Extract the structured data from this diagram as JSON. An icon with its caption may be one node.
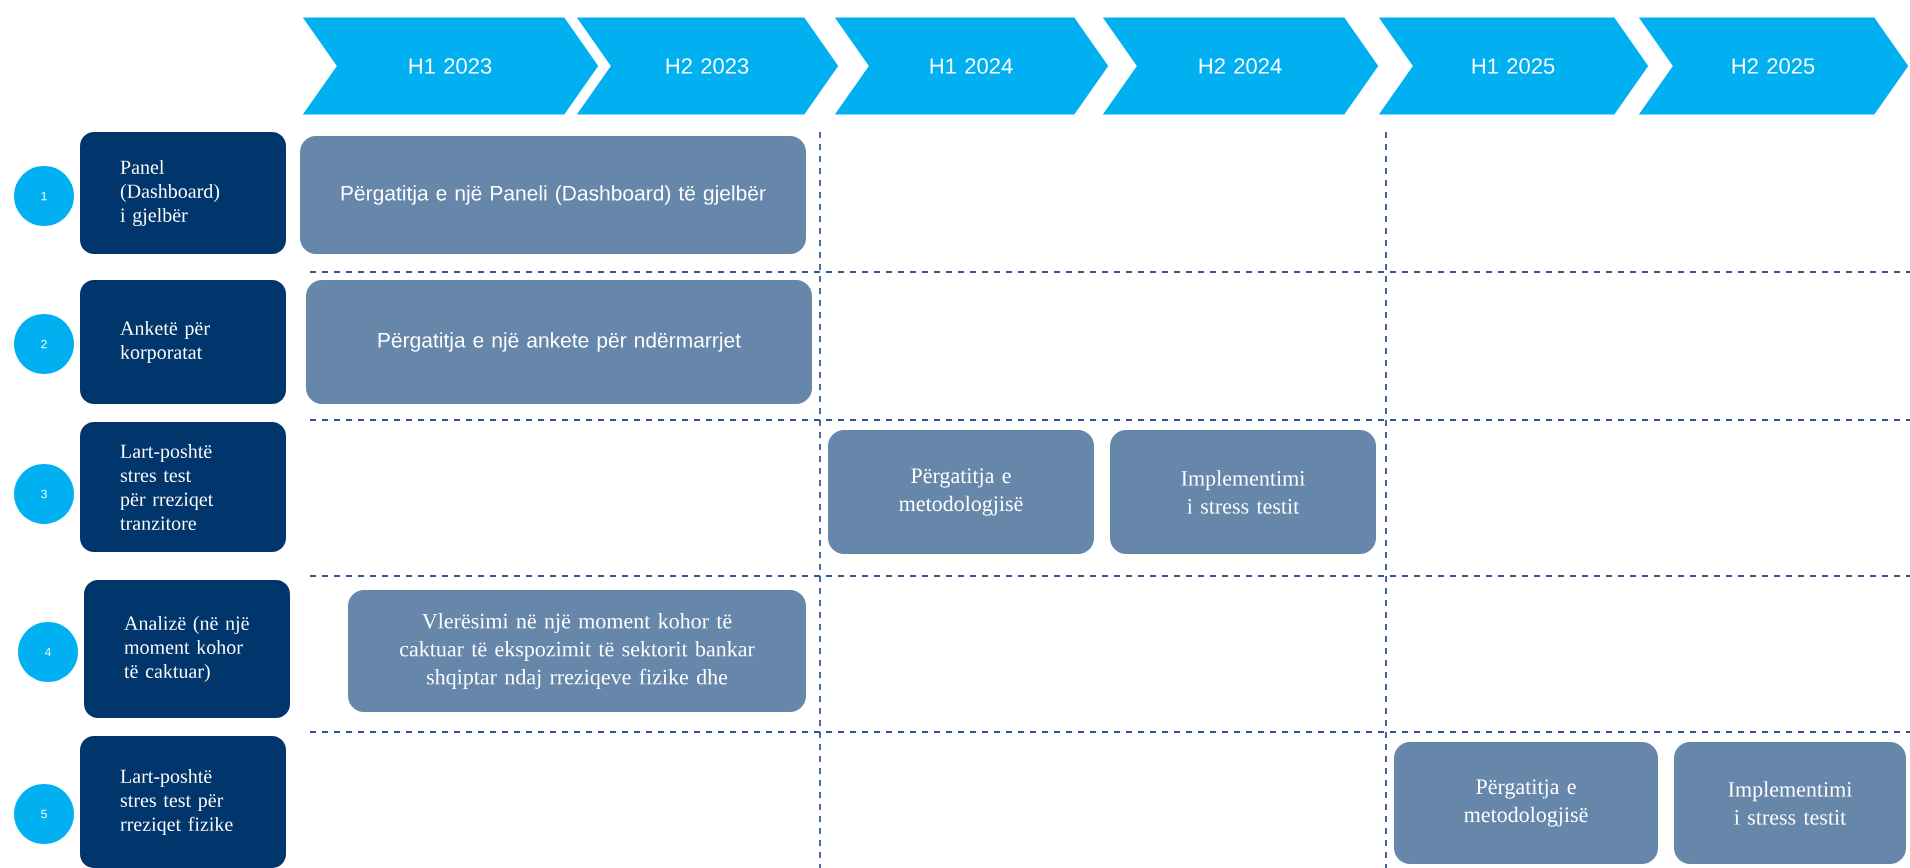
{
  "diagram": {
    "nodes": [
      {
        "text": [
          "H1 2023"
        ]
      },
      {
        "text": [
          "H2 2023"
        ]
      },
      {
        "text": [
          "H1 2024"
        ]
      },
      {
        "text": [
          "H2 2024"
        ]
      },
      {
        "text": [
          "H1 2025"
        ]
      },
      {
        "text": [
          "H2 2025"
        ]
      },
      {
        "text": [
          "1"
        ]
      },
      {
        "text": [
          "Panel (Dashboard) i gjelbër"
        ]
      },
      {
        "text": [
          "Përgatitja e një Paneli (Dashboard) të gjelbër"
        ]
      },
      {
        "text": [
          "2"
        ]
      },
      {
        "text": [
          "Anketë për korporatat"
        ]
      },
      {
        "text": [
          "Përgatitja e një ankete për ndërmarrjet"
        ]
      },
      {
        "text": [
          "3"
        ]
      },
      {
        "text": [
          "Lart-poshtë stres test për rreziqet tranzitore"
        ]
      },
      {
        "text": [
          "Përgatitja e metodologjisë"
        ]
      },
      {
        "text": [
          "Implementimi i stress testit"
        ]
      },
      {
        "text": [
          "4"
        ]
      },
      {
        "text": [
          "Analizë (në një moment kohor të caktuar)"
        ]
      },
      {
        "text": [
          "Vlerësimi në një moment kohor të caktuar të ekspozimit të sektorit bankar shqiptar ndaj rreziqeve fizike dhe"
        ]
      },
      {
        "text": [
          "5"
        ]
      },
      {
        "text": [
          "Lart-poshtë stres test për rreziqet fizike"
        ]
      },
      {
        "text": [
          "Përgatitja e metodologjisë"
        ]
      },
      {
        "text": [
          "Implementimi i stress testit"
        ]
      }
    ]
  }
}
